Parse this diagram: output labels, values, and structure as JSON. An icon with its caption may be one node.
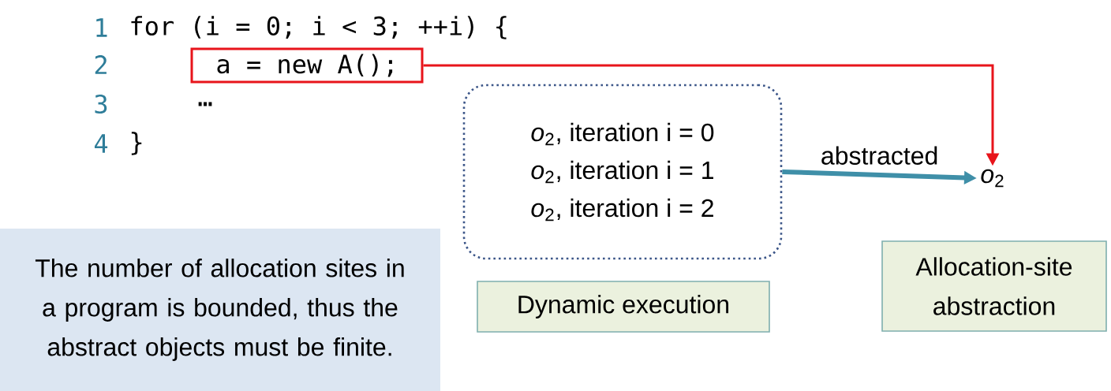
{
  "diagram": {
    "nodes": [
      {
        "text": [
          "a = new A();"
        ]
      },
      {
        "text": [
          "*o*$_{2}$, iteration i = 0",
          "*o*$_{2}$, iteration i = 1",
          "*o*$_{2}$, iteration i = 2"
        ]
      },
      {
        "text": [
          "*o*$_{2}$"
        ]
      },
      {
        "text": [
          "Dynamic execution"
        ]
      },
      {
        "text": [
          "Allocation-site abstraction"
        ]
      },
      {
        "text": [
          "The number of allocation sites in a program is bounded, thus the abstract objects must be finite."
        ]
      }
    ],
    "edges": [
      {
        "from": 0,
        "to": 2,
        "arrow": "to",
        "color": "#e8141b"
      },
      {
        "from": 1,
        "to": 2,
        "arrow": "to",
        "label": "abstracted",
        "style": "thick",
        "color": "#3f8fa8"
      }
    ],
    "labels": [
      "1",
      "for (i = 0; i < 3; ++i) {",
      "2",
      "3",
      "…",
      "4",
      "}"
    ]
  }
}
